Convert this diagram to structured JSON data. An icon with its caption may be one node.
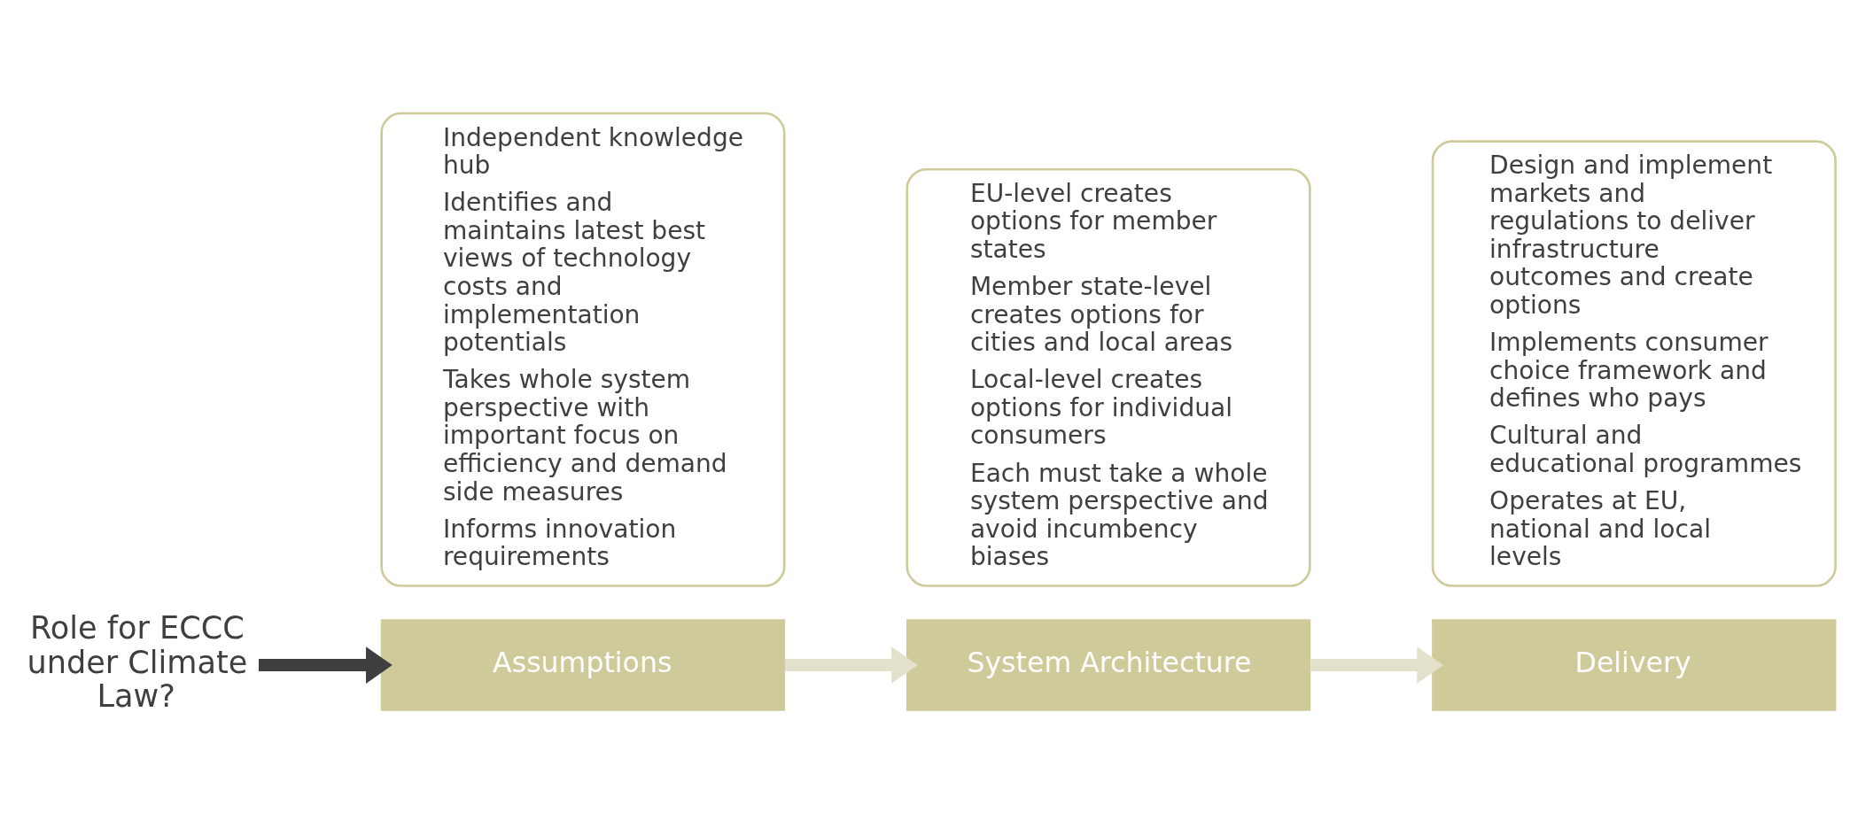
{
  "diagram": {
    "nodes": [
      {
        "text": [
          "Assumptions"
        ]
      },
      {
        "text": [
          "Independent knowledge hub",
          "Identifies and maintains latest best views of technology costs and implementation potentials",
          "Takes whole system perspective with important focus on efficiency and demand side measures",
          "Informs innovation requirements"
        ]
      },
      {
        "text": [
          "System Architecture"
        ]
      },
      {
        "text": [
          "EU-level creates options for member states",
          "Member state-level creates options for cities and local areas",
          "Local-level creates options for individual consumers",
          "Each must take a whole system perspective and avoid incumbency biases"
        ]
      },
      {
        "text": [
          "Delivery"
        ]
      },
      {
        "text": [
          "Design and implement markets and regulations to deliver infrastructure outcomes and create options",
          "Implements consumer choice framework and defines who pays",
          "Cultural and educational programmes",
          "Operates at EU, national and local levels"
        ]
      },
      {
        "text": [
          "Role for ECCC under Climate Law?"
        ]
      }
    ],
    "edges": [
      {
        "from": 6,
        "to": 0,
        "arrow": "to",
        "color": "#3f3f3f"
      },
      {
        "from": 0,
        "to": 2,
        "arrow": "to",
        "color": "#e3e1cc"
      },
      {
        "from": 2,
        "to": 4,
        "arrow": "to",
        "color": "#e3e1cc"
      }
    ]
  }
}
